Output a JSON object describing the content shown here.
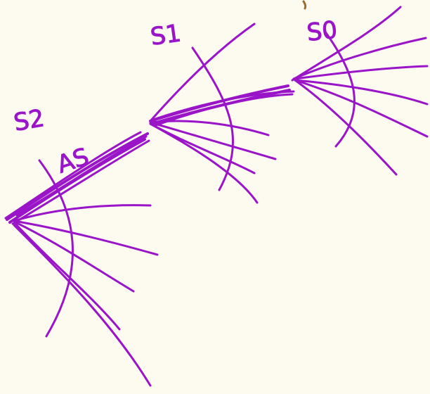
{
  "colors": {
    "background": "#fdfaf0",
    "ink": "#9a14c8",
    "brown_mark": "#a06a2c"
  },
  "labels": {
    "s2": "S2",
    "as": "AS",
    "s1": "S1",
    "s0": "S0"
  }
}
